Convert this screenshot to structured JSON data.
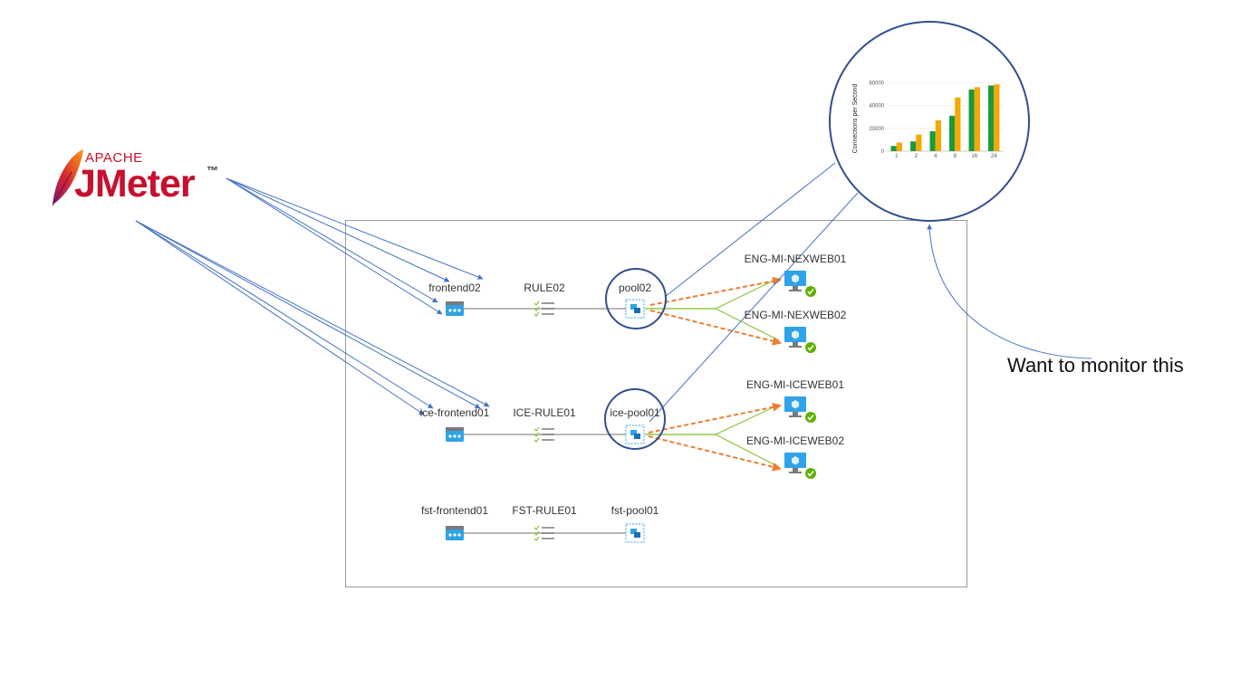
{
  "logo": {
    "apache": "APACHE",
    "product": "JMeter",
    "trademark": "™"
  },
  "rows": [
    {
      "frontend": "frontend02",
      "rule": "RULE02",
      "pool": "pool02",
      "servers": [
        "ENG-MI-NEXWEB01",
        "ENG-MI-NEXWEB02"
      ]
    },
    {
      "frontend": "ice-frontend01",
      "rule": "ICE-RULE01",
      "pool": "ice-pool01",
      "servers": [
        "ENG-MI-ICEWEB01",
        "ENG-MI-ICEWEB02"
      ]
    },
    {
      "frontend": "fst-frontend01",
      "rule": "FST-RULE01",
      "pool": "fst-pool01",
      "servers": []
    }
  ],
  "annotation": "Want to monitor this",
  "colors": {
    "arrow": "#4472c4",
    "circle": "#2f4f8f",
    "traffic": "#ed7d31",
    "link": "#8dc63f",
    "bar_a": "#1a9a3a",
    "bar_b": "#f5a800",
    "azure": "#2ea3e8",
    "jmeter_red": "#c8102e"
  },
  "chart_data": {
    "type": "bar",
    "ylabel": "Connections per Second",
    "categories": [
      "1",
      "2",
      "4",
      "8",
      "16",
      "24"
    ],
    "y_ticks": [
      "0",
      "20000",
      "40000",
      "60000"
    ],
    "ylim": [
      0,
      65000
    ],
    "series": [
      {
        "values": [
          4500,
          8500,
          17500,
          31000,
          54000,
          57500
        ]
      },
      {
        "values": [
          7500,
          14500,
          27000,
          47000,
          56000,
          58500
        ]
      }
    ]
  }
}
